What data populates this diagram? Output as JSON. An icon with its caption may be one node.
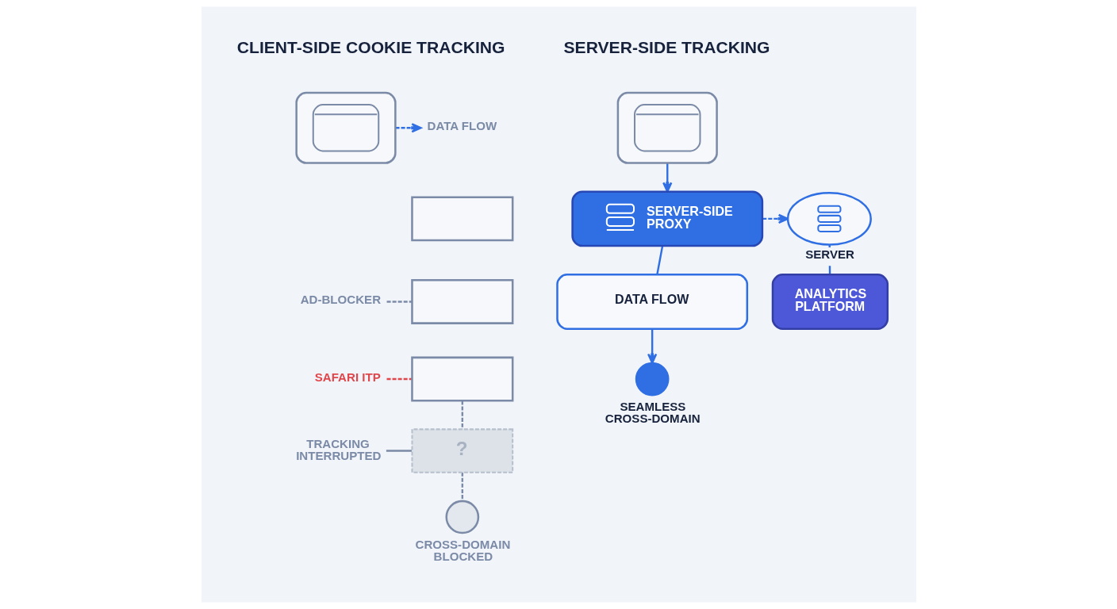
{
  "diagram": {
    "nodes": [
      {
        "text": [],
        "shape": "picture"
      },
      {
        "text": [
          "DATA FLOW"
        ]
      },
      {
        "text": [],
        "shape": "box"
      },
      {
        "text": [],
        "shape": "box"
      },
      {
        "text": [],
        "shape": "box"
      },
      {
        "text": [
          "AD-BLOCKER"
        ]
      },
      {
        "text": [
          "SAFARI ITP"
        ]
      },
      {
        "text": [
          "?"
        ]
      },
      {
        "text": [
          "TRACKING INTERRUPTED"
        ]
      },
      {
        "text": [],
        "shape": "circle",
        "beside": [
          "CROSS-DOMAIN BLOCKED"
        ]
      },
      {
        "text": [],
        "shape": "picture"
      },
      {
        "text": [
          "SERVER-SIDE PROXY"
        ]
      },
      {
        "text": [],
        "shape": "cloud",
        "beside": [
          "SERVER"
        ]
      },
      {
        "text": [
          "DATA FLOW"
        ]
      },
      {
        "text": [
          "ANALYTICS PLATFORM"
        ]
      },
      {
        "text": [],
        "shape": "circle",
        "beside": [
          "SEAMLESS CROSS-DOMAIN"
        ]
      }
    ],
    "edges": [
      {
        "from": 0,
        "to": 1,
        "arrow": "to",
        "style": "dashed"
      },
      {
        "from": 5,
        "to": 3,
        "arrow": "none",
        "style": "dashed",
        "color": "#7b8aa6"
      },
      {
        "from": 6,
        "to": 4,
        "arrow": "none",
        "style": "dashed",
        "color": "#e0474c"
      },
      {
        "from": 4,
        "to": 7,
        "arrow": "none",
        "style": "dashed",
        "color": "#7b8aa6"
      },
      {
        "from": 8,
        "to": 7,
        "arrow": "none",
        "color": "#7b8aa6"
      },
      {
        "from": 7,
        "to": 9,
        "arrow": "none",
        "style": "dashed",
        "color": "#7b8aa6"
      },
      {
        "from": 10,
        "to": 11,
        "arrow": "to"
      },
      {
        "from": 11,
        "to": 12,
        "arrow": "to",
        "style": "dashed"
      },
      {
        "from": 11,
        "to": 13,
        "arrow": "none"
      },
      {
        "from": 12,
        "to": 14,
        "arrow": "none"
      },
      {
        "from": 13,
        "to": 15,
        "arrow": "to"
      }
    ],
    "labels": [
      "CLIENT-SIDE COOKIE TRACKING",
      "SERVER-SIDE TRACKING"
    ]
  }
}
